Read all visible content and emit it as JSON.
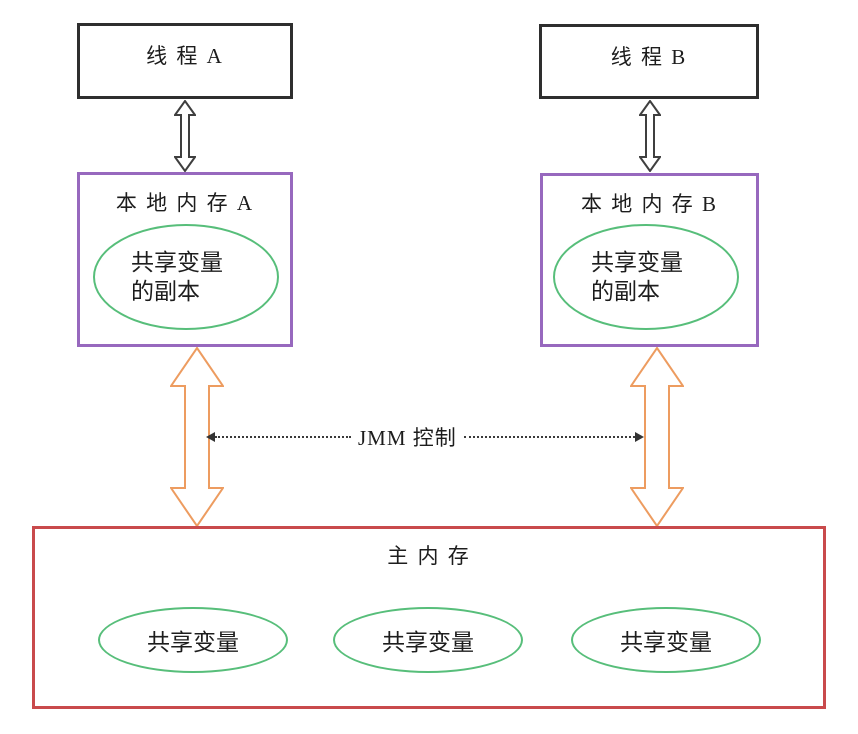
{
  "diagram": {
    "thread_a_label": "线 程 A",
    "thread_b_label": "线 程 B",
    "local_memory_a_title": "本 地 内 存 A",
    "local_memory_b_title": "本 地 内 存 B",
    "shared_copy_a": {
      "line1": "共享变量",
      "line2": "的副本"
    },
    "shared_copy_b": {
      "line1": "共享变量",
      "line2": "的副本"
    },
    "jmm_control_label": "JMM 控制",
    "main_memory_title": "主 内 存",
    "main_shared_vars": [
      "共享变量",
      "共享变量",
      "共享变量"
    ],
    "arrows": {
      "thread_a_to_local_a": "double-headed vertical arrow",
      "thread_b_to_local_b": "double-headed vertical arrow",
      "local_a_to_main_memory": "double-headed vertical arrow",
      "local_b_to_main_memory": "double-headed vertical arrow",
      "jmm_control": "dotted double-pointed horizontal connector"
    },
    "colors": {
      "thread_box_border": "#2e2e2e",
      "local_memory_border": "#9768be",
      "main_memory_border": "#c94a4c",
      "ellipse_border": "#57be7a",
      "memory_arrow": "#ed9c60",
      "thread_arrow": "#3f3f3f",
      "dotted_line": "#3a3a3a",
      "text": "#1d1d1d",
      "background": "#ffffff"
    }
  }
}
